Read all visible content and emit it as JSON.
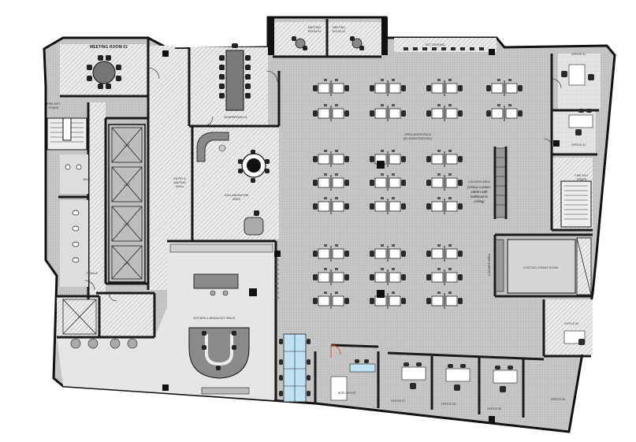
{
  "rooms": {
    "meeting_room_01": "MEETING ROOM 01",
    "meeting_room_04": [
      "MEETING",
      "ROOM 04"
    ],
    "meeting_room_03": [
      "MEETING",
      "ROOM 03"
    ],
    "boardroom_01": "BOARDROOM 01",
    "hot_desking": "HOT DESKING",
    "office_01": "OFFICE 01",
    "office_02": "OFFICE 02",
    "office_03": "OFFICE 03",
    "office_04": "OFFICE 04",
    "office_05": "OFFICE 05",
    "office_06": "OFFICE 06",
    "office_07": "OFFICE 07",
    "open_workspace": "OPEN WORKSPACE",
    "open_workspace_note": "(60 WORKSTATIONS)",
    "fire_exit_left": [
      "FIRE EXIT",
      "STAIRS"
    ],
    "fire_exit_right": [
      "FIRE EXIT",
      "STAIRS"
    ],
    "male": "MALE",
    "female": "FEMALE",
    "lift": "LIFT",
    "entry": [
      "ENTRY &",
      "WAITING",
      "AREA"
    ],
    "collaboration": [
      "COLLABORATION",
      "AREA"
    ],
    "lockers_area": "LOCKERS AREA",
    "lockers_note": [
      "(4 Door Lockers",
      "1800H with",
      "bulkhead to",
      "ceiling)"
    ],
    "lockers_vertical": "LOCKERS AREA",
    "comms_room": "EXISTING COMMS ROOM",
    "kitchen": "KITCHEN & BREAKOUT SPACE",
    "new_office": "NEW OFFICE"
  },
  "colors": {
    "carpet": "#c9c9c9",
    "hatch": "#e3e3e3",
    "wall": "#1a1a1a",
    "glass_desks": "#bfe2f2",
    "door_swing": "#e05a20",
    "furniture": "#ffffff"
  }
}
